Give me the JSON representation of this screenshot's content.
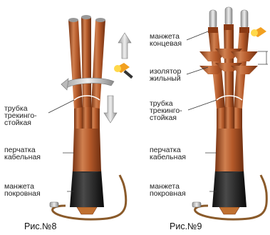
{
  "fig8": {
    "caption": "Рис.№8",
    "labels": {
      "tube": [
        "трубка",
        "трекинго-",
        "стойкая"
      ],
      "glove": [
        "перчатка",
        "кабельная"
      ],
      "cuff": [
        "манжета",
        "покровная"
      ]
    }
  },
  "fig9": {
    "caption": "Рис.№9",
    "labels": {
      "end_cuff": [
        "манжета",
        "концевая"
      ],
      "insulator": [
        "изолятор",
        "жильный"
      ],
      "tube": [
        "трубка",
        "трекинго-",
        "стойкая"
      ],
      "glove": [
        "перчатка",
        "кабельная"
      ],
      "cuff": [
        "манжета",
        "покровная"
      ]
    }
  },
  "colors": {
    "copper": "#b55a2a",
    "copper_dark": "#7a3412",
    "copper_light": "#e09a6c",
    "black_cuff": "#1c1c1c",
    "arrow": "#9a9a9a"
  },
  "icons": [
    "heat-gun-flame-icon",
    "shrink-direction-arrow-icon",
    "rotate-arrow-icon"
  ]
}
